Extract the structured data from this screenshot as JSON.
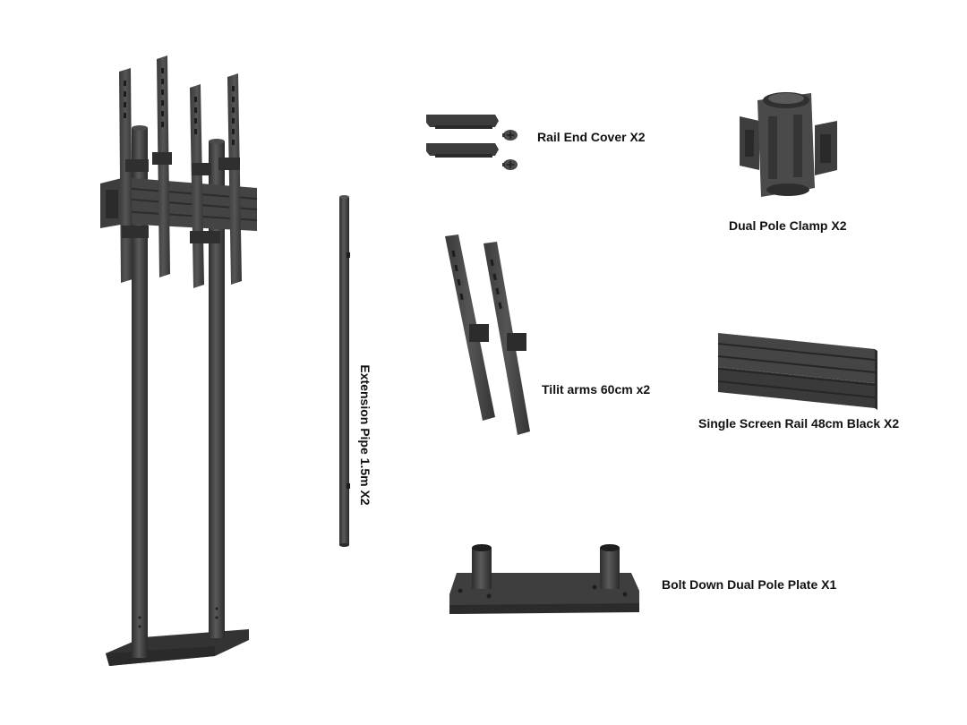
{
  "labels": {
    "rail_end_cover": "Rail End Cover X2",
    "dual_pole_clamp": "Dual Pole Clamp X2",
    "tilt_arms": "Tilit arms 60cm x2",
    "screen_rail": "Single Screen Rail 48cm Black X2",
    "bolt_down_plate": "Bolt Down Dual Pole Plate X1",
    "extension_pipe": "Extension Pipe 1.5m X2"
  },
  "colors": {
    "background": "#ffffff",
    "metal_dark": "#3a3a3a",
    "metal_mid": "#4a4a4a",
    "metal_light": "#5c5c5c",
    "label_text": "#111111"
  }
}
